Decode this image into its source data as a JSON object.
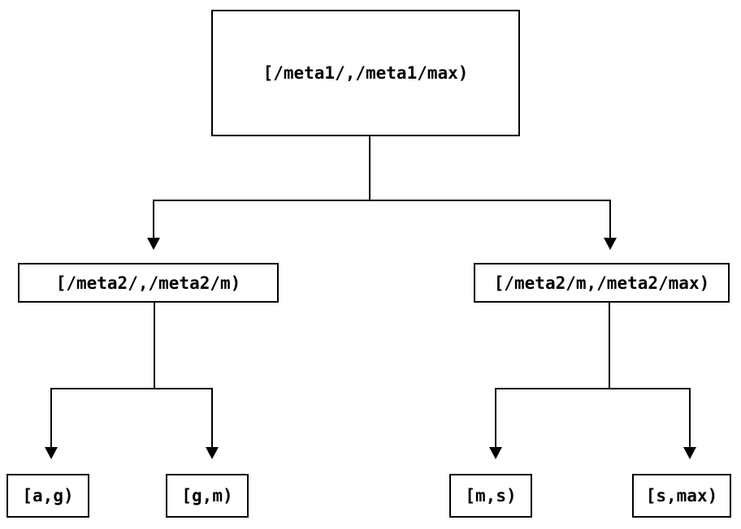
{
  "diagram": {
    "type": "tree",
    "colors": {
      "line": "#000000",
      "background": "#ffffff",
      "node_fill": "#ffffff",
      "text": "#000000"
    },
    "nodes": {
      "root": {
        "label": "[/meta1/,/meta1/max)"
      },
      "mid_left": {
        "label": "[/meta2/,/meta2/m)"
      },
      "mid_right": {
        "label": "[/meta2/m,/meta2/max)"
      },
      "leaf_ag": {
        "label": "[a,g)"
      },
      "leaf_gm": {
        "label": "[g,m)"
      },
      "leaf_ms": {
        "label": "[m,s)"
      },
      "leaf_smax": {
        "label": "[s,max)"
      }
    },
    "edges": [
      {
        "from": "root",
        "to": "mid_left"
      },
      {
        "from": "root",
        "to": "mid_right"
      },
      {
        "from": "mid_left",
        "to": "leaf_ag"
      },
      {
        "from": "mid_left",
        "to": "leaf_gm"
      },
      {
        "from": "mid_right",
        "to": "leaf_ms"
      },
      {
        "from": "mid_right",
        "to": "leaf_smax"
      }
    ]
  }
}
